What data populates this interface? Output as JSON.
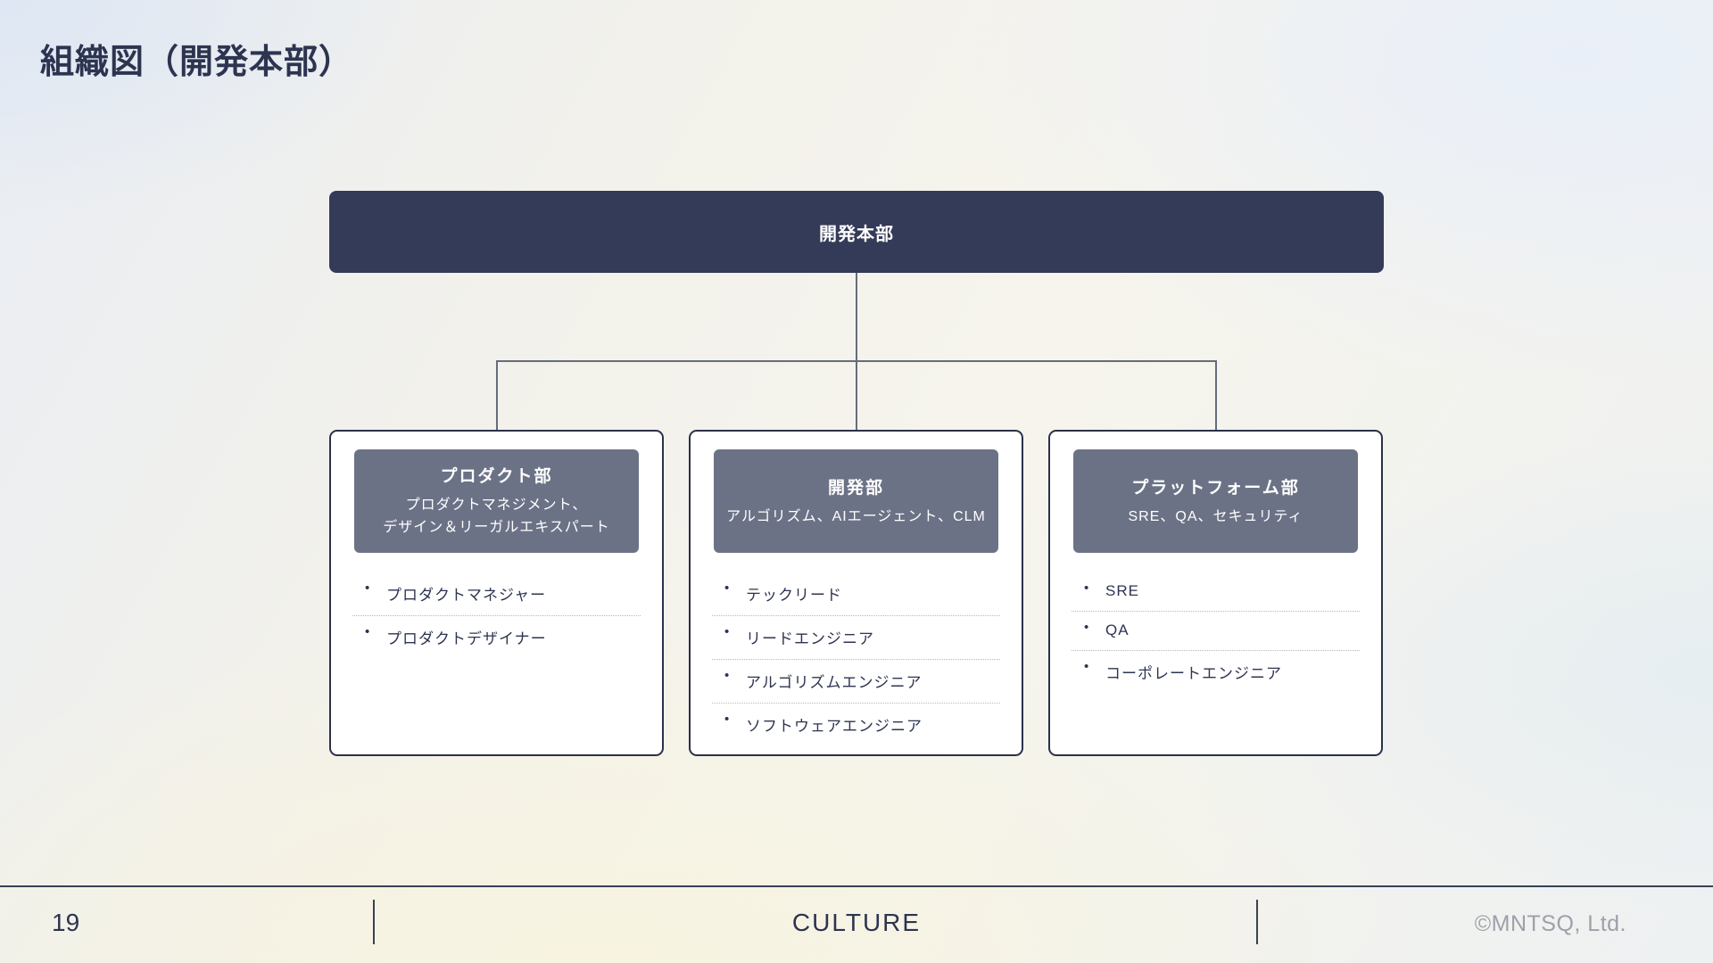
{
  "slide": {
    "title": "組織図（開発本部）",
    "page_number": "19",
    "footer_center": "CULTURE",
    "footer_right": "©MNTSQ, Ltd."
  },
  "org": {
    "root": {
      "name": "開発本部"
    },
    "departments": [
      {
        "name": "プロダクト部",
        "description": "プロダクトマネジメント、\nデザイン＆リーガルエキスパート",
        "roles": [
          "プロダクトマネジャー",
          "プロダクトデザイナー"
        ]
      },
      {
        "name": "開発部",
        "description": "アルゴリズム、AIエージェント、CLM",
        "roles": [
          "テックリード",
          "リードエンジニア",
          "アルゴリズムエンジニア",
          "ソフトウェアエンジニア"
        ]
      },
      {
        "name": "プラットフォーム部",
        "description": "SRE、QA、セキュリティ",
        "roles": [
          "SRE",
          "QA",
          "コーポレートエンジニア"
        ]
      }
    ]
  },
  "colors": {
    "root_box": "#343B58",
    "department_header": "#6C7286",
    "card_border": "#2A314A",
    "text_dark": "#2D3450",
    "connector": "#666C7B",
    "footer_muted": "#9EA0AA"
  }
}
